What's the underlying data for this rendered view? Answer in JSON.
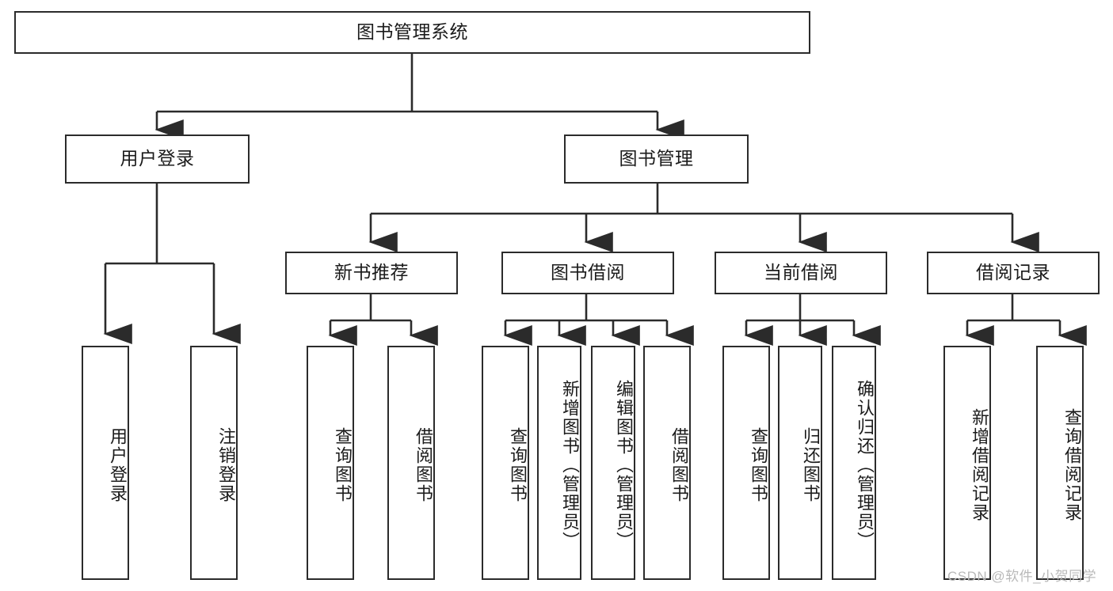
{
  "diagram": {
    "type": "tree",
    "title": "图书管理系统",
    "watermark": "CSDN @软件_小贺同学",
    "colors": {
      "stroke": "#2b2b2b",
      "fill": "#ffffff",
      "text": "#1b1b1b",
      "watermark": "#b9b9b9"
    },
    "nodes": {
      "root": {
        "label": "图书管理系统",
        "orientation": "horizontal"
      },
      "level1": [
        {
          "label": "用户登录",
          "orientation": "horizontal"
        },
        {
          "label": "图书管理",
          "orientation": "horizontal"
        }
      ],
      "level2": [
        {
          "label": "新书推荐",
          "orientation": "horizontal"
        },
        {
          "label": "图书借阅",
          "orientation": "horizontal"
        },
        {
          "label": "当前借阅",
          "orientation": "horizontal"
        },
        {
          "label": "借阅记录",
          "orientation": "horizontal"
        }
      ],
      "leaves_user_login": [
        {
          "label": "用户登录",
          "orientation": "vertical"
        },
        {
          "label": "注销登录",
          "orientation": "vertical"
        }
      ],
      "leaves_new_book": [
        {
          "label": "查询图书",
          "orientation": "vertical"
        },
        {
          "label": "借阅图书",
          "orientation": "vertical"
        }
      ],
      "leaves_borrow": [
        {
          "label": "查询图书",
          "orientation": "vertical"
        },
        {
          "label": "新增图书（管理员）",
          "orientation": "vertical"
        },
        {
          "label": "编辑图书（管理员）",
          "orientation": "vertical"
        },
        {
          "label": "借阅图书",
          "orientation": "vertical"
        }
      ],
      "leaves_current": [
        {
          "label": "查询图书",
          "orientation": "vertical"
        },
        {
          "label": "归还图书",
          "orientation": "vertical"
        },
        {
          "label": "确认归还（管理员）",
          "orientation": "vertical"
        }
      ],
      "leaves_records": [
        {
          "label": "新增借阅记录",
          "orientation": "vertical"
        },
        {
          "label": "查询借阅记录",
          "orientation": "vertical"
        }
      ]
    }
  }
}
